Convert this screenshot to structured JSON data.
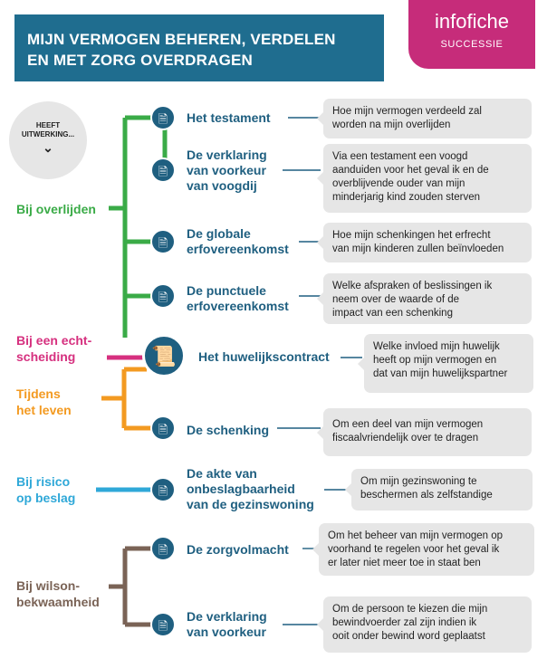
{
  "header": {
    "title_line1": "MIJN VERMOGEN BEHEREN, VERDELEN",
    "title_line2": "EN MET ZORG OVERDRAGEN"
  },
  "badge": {
    "title": "infofiche",
    "subtitle": "SUCCESSIE"
  },
  "intro": {
    "line1": "HEEFT",
    "line2": "UITWERKING..."
  },
  "colors": {
    "green": "#3aab47",
    "pink": "#d6307f",
    "orange": "#f39a21",
    "blue": "#2fa8d8",
    "brown": "#7a6356",
    "navy": "#1f5f80"
  },
  "categories": {
    "overlijden": "Bij overlijden",
    "echtscheiding_1": "Bij een echt-",
    "echtscheiding_2": "scheiding",
    "leven_1": "Tijdens",
    "leven_2": "het leven",
    "beslag_1": "Bij risico",
    "beslag_2": "op beslag",
    "onbekwaam_1": "Bij wilson-",
    "onbekwaam_2": "bekwaamheid"
  },
  "items": [
    {
      "label": [
        "Het testament"
      ],
      "icon": "document-icon",
      "description": [
        "Hoe mijn vermogen verdeeld zal",
        "worden na mijn overlijden"
      ]
    },
    {
      "label": [
        "De verklaring",
        "van voorkeur",
        "van voogdij"
      ],
      "icon": "document-icon",
      "description": [
        "Via een testament een voogd",
        "aanduiden voor het geval ik en de",
        "overblijvende ouder van mijn",
        "minderjarig kind zouden sterven"
      ]
    },
    {
      "label": [
        "De globale",
        "erfovereenkomst"
      ],
      "icon": "document-icon",
      "description": [
        "Hoe mijn schenkingen het erfrecht",
        "van mijn kinderen zullen beïnvloeden"
      ]
    },
    {
      "label": [
        "De punctuele",
        "erfovereenkomst"
      ],
      "icon": "document-icon",
      "description": [
        "Welke afspraken of beslissingen ik",
        "neem over de waarde of de",
        "impact van een schenking"
      ]
    },
    {
      "label": [
        "Het huwelijkscontract"
      ],
      "icon": "contract-scroll-icon",
      "description": [
        "Welke invloed mijn huwelijk",
        "heeft op mijn vermogen en",
        "dat van mijn huwelijkspartner"
      ]
    },
    {
      "label": [
        "De schenking"
      ],
      "icon": "document-icon",
      "description": [
        "Om een deel van mijn vermogen",
        "fiscaalvriendelijk over te dragen"
      ]
    },
    {
      "label": [
        "De akte van",
        "onbeslagbaarheid",
        "van de gezinswoning"
      ],
      "icon": "document-icon",
      "description": [
        "Om mijn gezinswoning te",
        "beschermen als zelfstandige"
      ]
    },
    {
      "label": [
        "De zorgvolmacht"
      ],
      "icon": "document-icon",
      "description": [
        "Om het beheer van mijn vermogen op",
        "voorhand te regelen voor het geval ik",
        "er later niet meer toe in staat ben"
      ]
    },
    {
      "label": [
        "De verklaring",
        "van voorkeur"
      ],
      "icon": "document-icon",
      "description": [
        "Om de persoon te kiezen die mijn",
        "bewindvoerder zal zijn indien ik",
        "ooit onder bewind word geplaatst"
      ]
    }
  ]
}
